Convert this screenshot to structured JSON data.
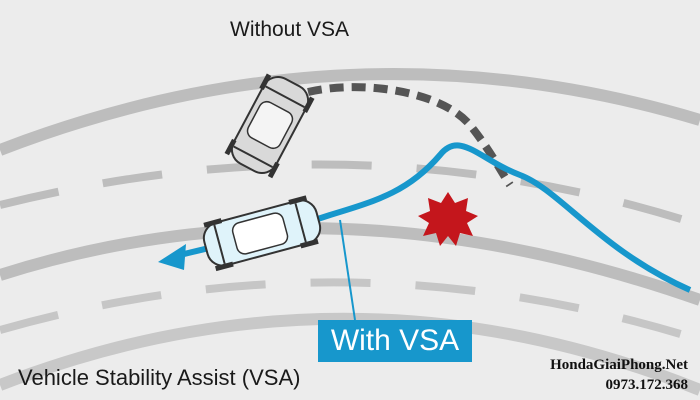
{
  "labels": {
    "without_vsa": "Without VSA",
    "with_vsa": "With VSA",
    "caption": "Vehicle Stability Assist (VSA)"
  },
  "watermark": {
    "site": "HondaGiaiPhong.Net",
    "phone": "0973.172.368"
  },
  "colors": {
    "background": "#ececec",
    "road_line": "#b9b9b9",
    "vsa_path": "#1797cc",
    "skid_path": "#555555",
    "impact_star": "#c4161c"
  },
  "icons": [
    "car-skidding-icon",
    "car-with-vsa-icon",
    "impact-star-icon",
    "direction-arrow-icon"
  ]
}
